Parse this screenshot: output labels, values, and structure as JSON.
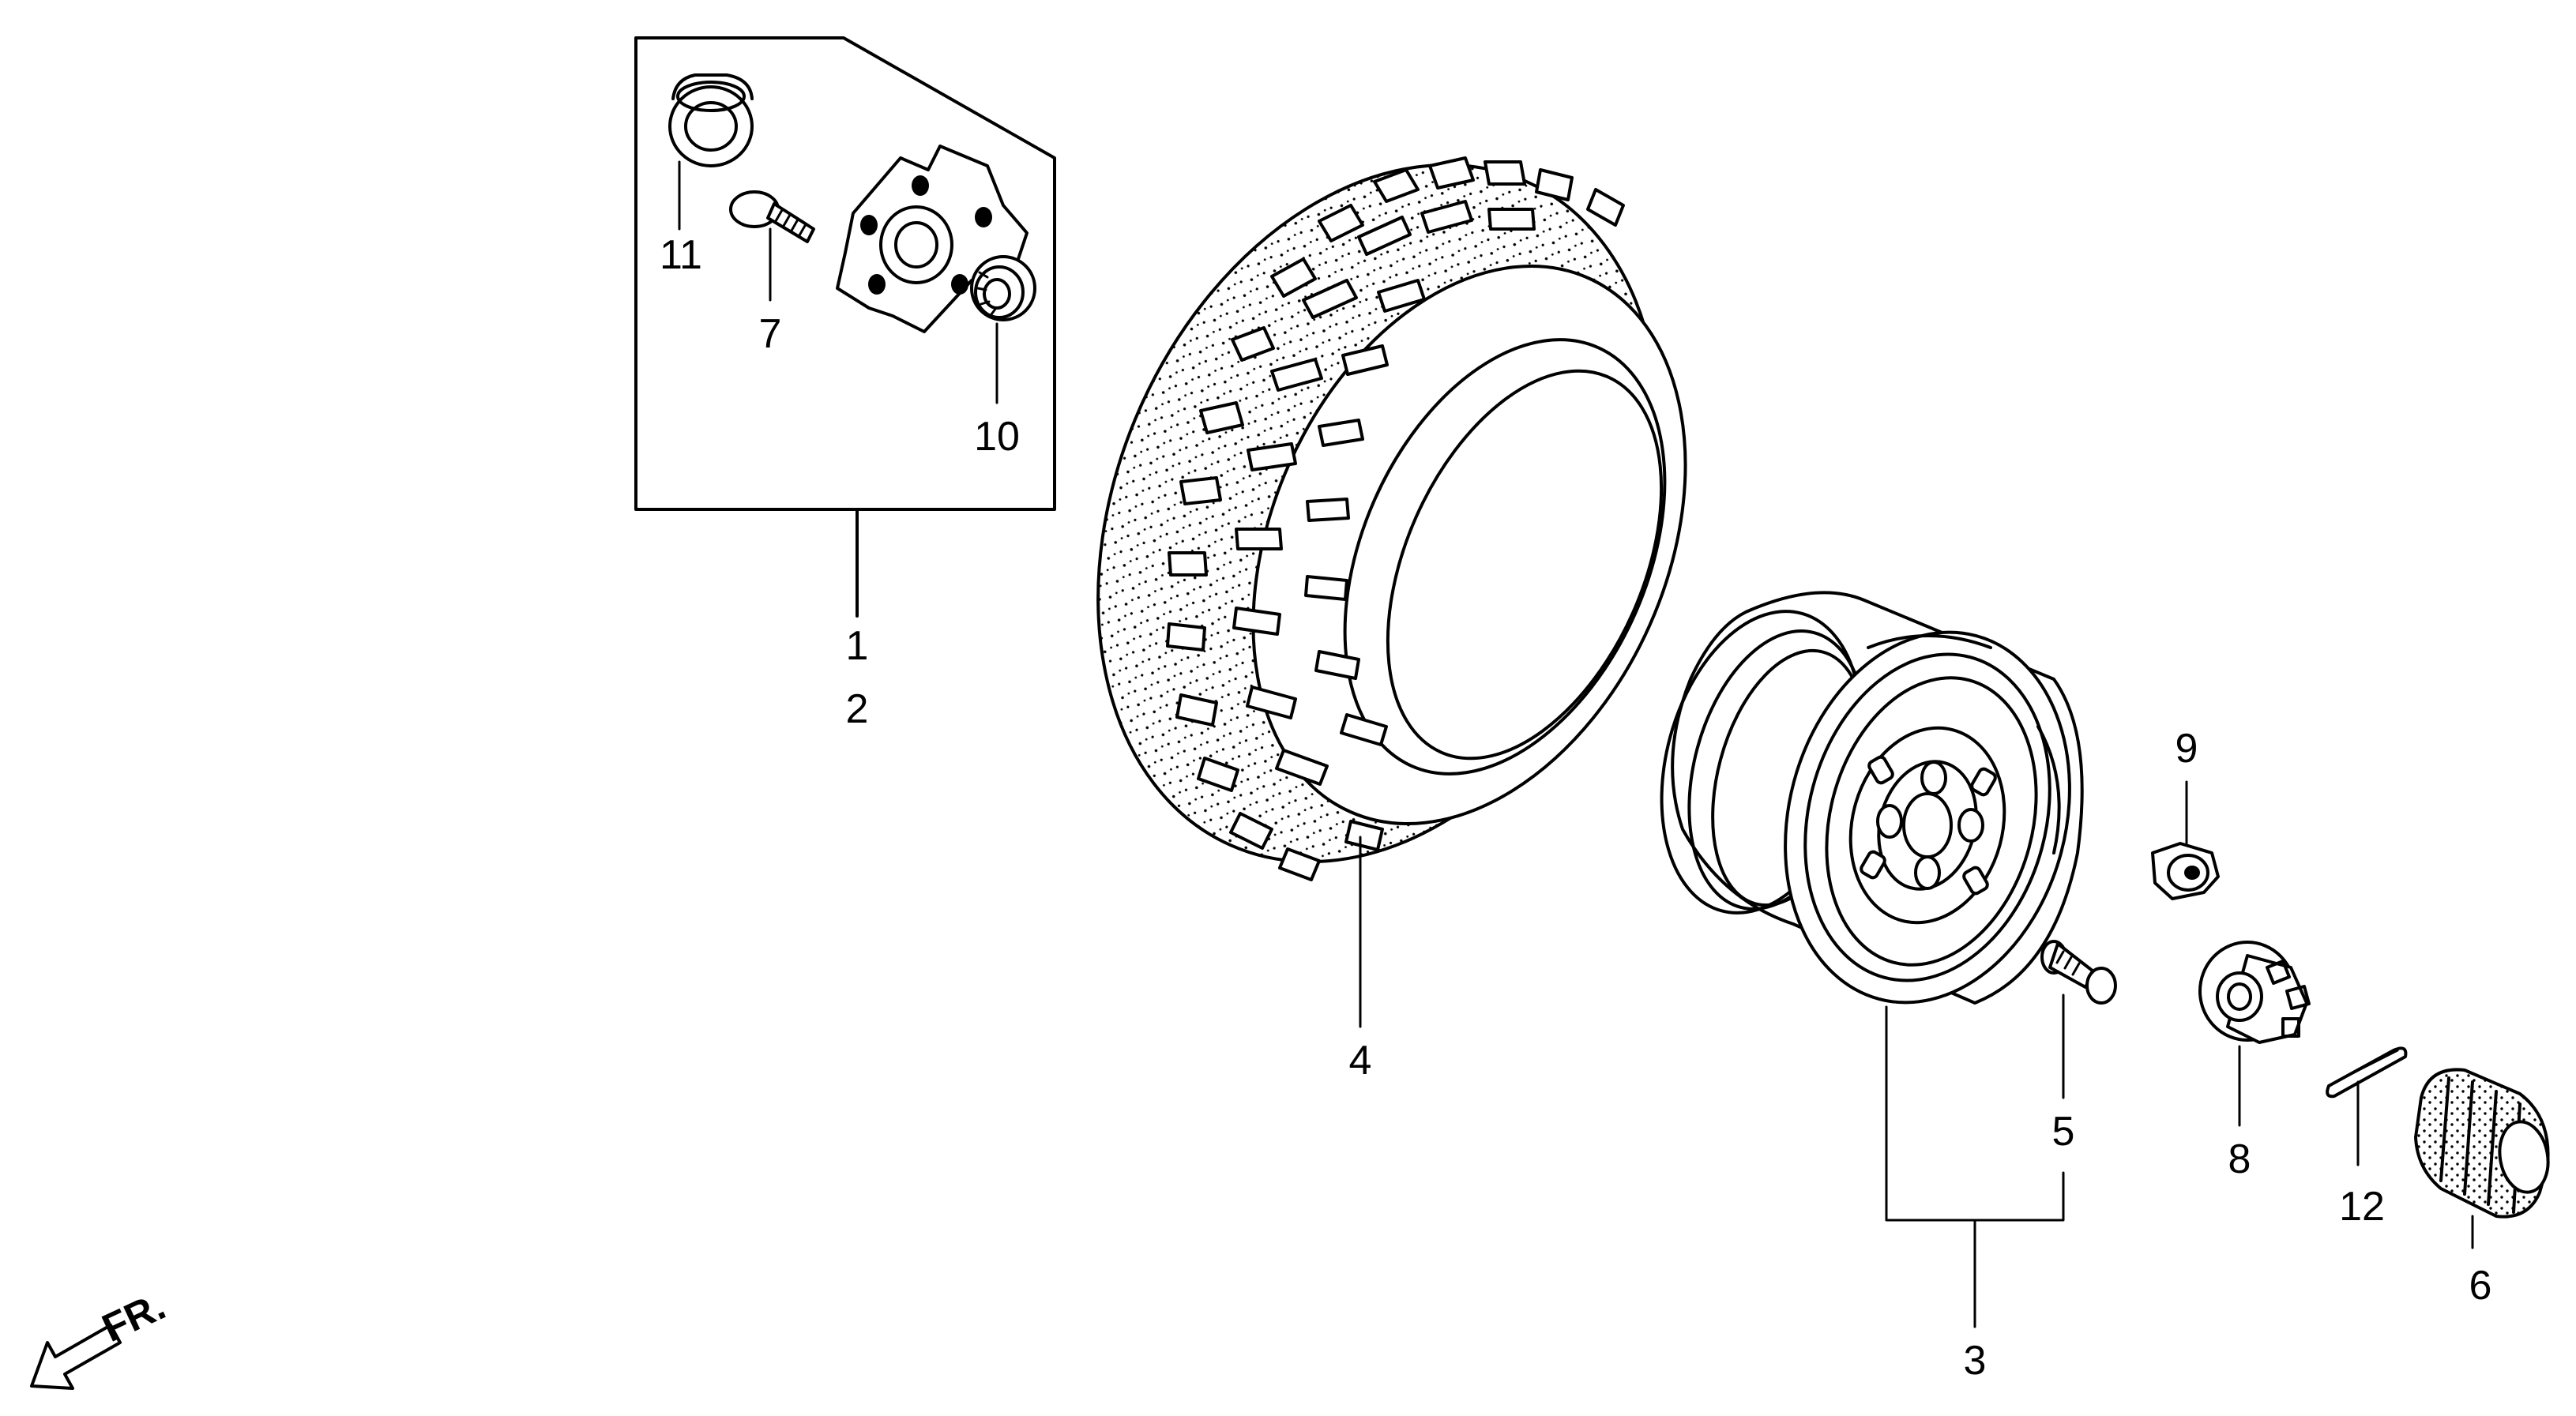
{
  "diagram": {
    "labels": {
      "p1": "1",
      "p2": "2",
      "p3": "3",
      "p4": "4",
      "p5": "5",
      "p6": "6",
      "p7": "7",
      "p8": "8",
      "p9": "9",
      "p10": "10",
      "p11": "11",
      "p12": "12"
    },
    "front_indicator": "FR."
  }
}
